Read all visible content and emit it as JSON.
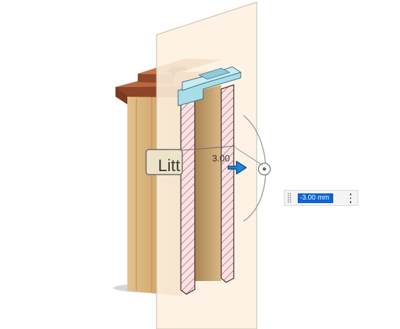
{
  "viewport": {
    "part_label_text": "Litt",
    "dimension_label": "3.00",
    "colors": {
      "section_plane": "#fdf0df",
      "wood": "#d9b47e",
      "roof": "#9a4f2c",
      "cut_fill": "#f6e3e3",
      "hatch": "#d44a5a",
      "arrow": "#1f86d8",
      "trim": "#a9dde8"
    }
  },
  "value_box": {
    "value": "-3.00 mm",
    "menu_icon": "vertical-dots-icon"
  }
}
